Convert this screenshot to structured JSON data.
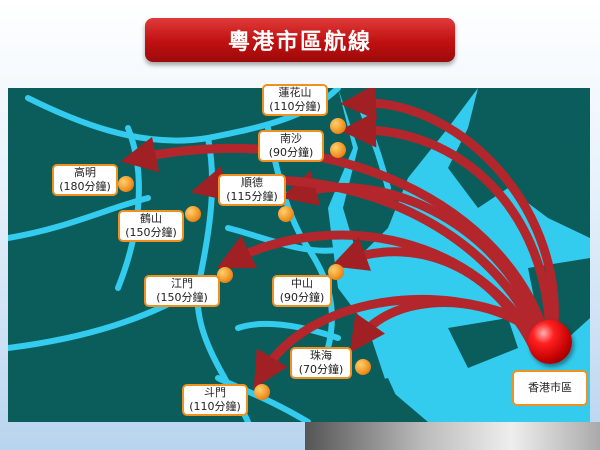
{
  "title": "粵港市區航線",
  "colors": {
    "land": "#0b5d5b",
    "water": "#33ccee",
    "arrow": "#b3262b",
    "label_border": "#f0901e",
    "title_bg": "#c01010"
  },
  "origin": {
    "name": "香港市區"
  },
  "destinations": [
    {
      "id": "lianhuashan",
      "name": "蓮花山",
      "time": "(110分鐘)"
    },
    {
      "id": "nansha",
      "name": "南沙",
      "time": "(90分鐘)"
    },
    {
      "id": "gaoming",
      "name": "高明",
      "time": "(180分鐘)"
    },
    {
      "id": "shunde",
      "name": "順德",
      "time": "(115分鐘)"
    },
    {
      "id": "heshan",
      "name": "鶴山",
      "time": "(150分鐘)"
    },
    {
      "id": "jiangmen",
      "name": "江門",
      "time": "(150分鐘)"
    },
    {
      "id": "zhongshan",
      "name": "中山",
      "time": "(90分鐘)"
    },
    {
      "id": "zhuhai",
      "name": "珠海",
      "time": "(70分鐘)"
    },
    {
      "id": "doumen",
      "name": "斗門",
      "time": "(110分鐘)"
    }
  ]
}
